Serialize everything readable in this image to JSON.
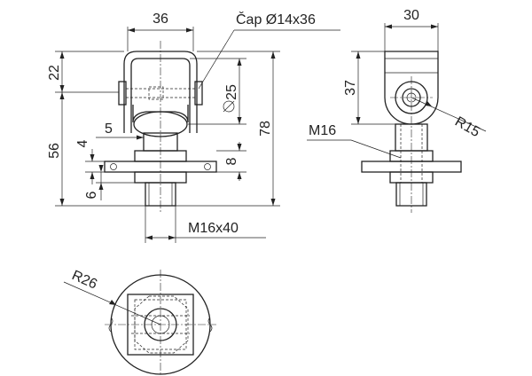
{
  "drawing": {
    "front_view": {
      "dim_width": "36",
      "dim_height_top": "22",
      "dim_height_total": "56",
      "dim_pin_offset": "5",
      "dim_plate_thickness": "4",
      "dim_bottom": "6",
      "dim_bore_depth": "25",
      "dim_plate_height": "8",
      "dim_overall_height": "78",
      "pin_callout": "Čap Ø14x36",
      "thread_callout": "M16x40"
    },
    "side_view": {
      "dim_width": "30",
      "dim_height": "37",
      "radius_callout": "R15",
      "thread_callout": "M16"
    },
    "top_view": {
      "radius_callout": "R26"
    }
  }
}
